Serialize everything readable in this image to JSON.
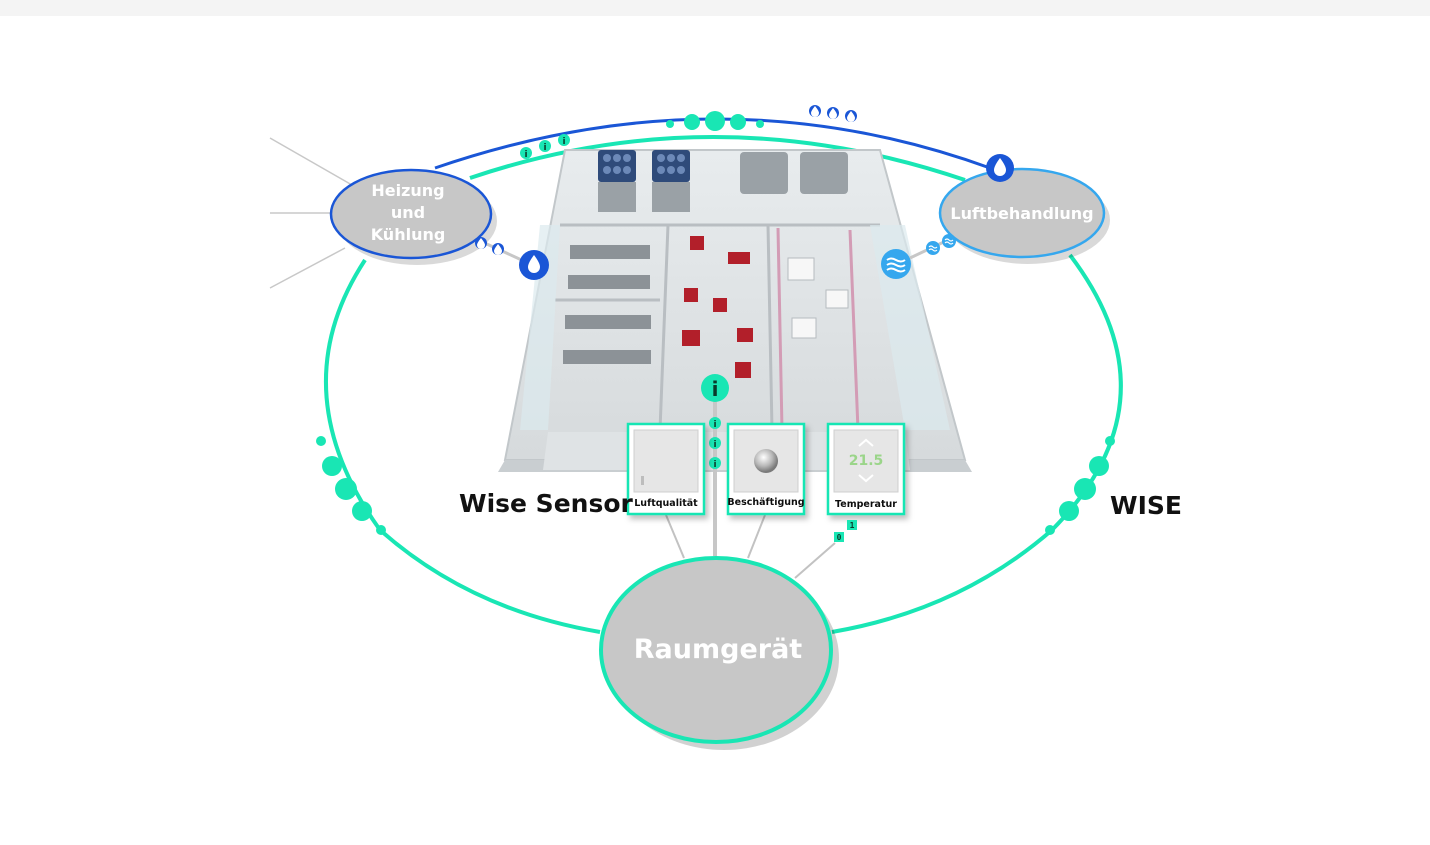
{
  "nodes": {
    "heating": {
      "line1": "Heizung",
      "line2": "und",
      "line3": "Kühlung"
    },
    "air": {
      "label": "Luftbehandlung"
    },
    "room": {
      "label": "Raumgerät"
    }
  },
  "labels": {
    "sensor": "Wise Sensor",
    "system": "WISE"
  },
  "sensors": [
    {
      "label": "Luftqualität"
    },
    {
      "label": "Beschäftigung"
    },
    {
      "label": "Temperatur",
      "display_value": "21.5"
    }
  ],
  "info_glyph": "i",
  "bits": [
    "1",
    "0"
  ],
  "colors": {
    "teal": "#19e6b4",
    "blue": "#1a56d6",
    "light_blue": "#35a7ee",
    "node_fill": "#c7c7c7",
    "text_dark": "#111111"
  },
  "icons": {
    "water": "water-drop-icon",
    "info": "info-icon",
    "air": "air-wave-icon",
    "binary": "binary-icon"
  }
}
